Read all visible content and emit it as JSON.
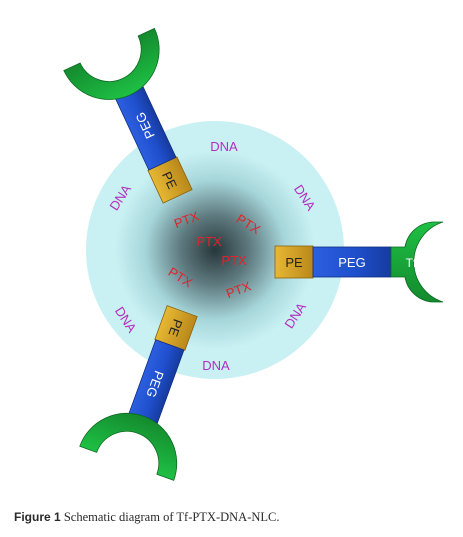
{
  "figure": {
    "caption_label": "Figure 1",
    "caption_text": "Schematic diagram of Tf-PTX-DNA-NLC."
  },
  "diagram": {
    "core_labels": [
      "PTX",
      "PTX",
      "PTX",
      "PTX",
      "PTX",
      "PTX"
    ],
    "shell_labels": [
      "DNA",
      "DNA",
      "DNA",
      "DNA",
      "DNA",
      "DNA"
    ],
    "ligand_arms": [
      {
        "pe": "PE",
        "peg": "PEG",
        "tf": "Tf"
      },
      {
        "pe": "PE",
        "peg": "PEG",
        "tf": "Tf"
      },
      {
        "pe": "PE",
        "peg": "PEG",
        "tf": "Tf"
      }
    ],
    "colors": {
      "shell": "#c9f1f3",
      "core": "#27373b",
      "ptx_text": "#e3222a",
      "dna_text": "#b12fbf",
      "pe": "#d8a520",
      "peg": "#1f4fcc",
      "tf": "#1aa83a"
    }
  }
}
